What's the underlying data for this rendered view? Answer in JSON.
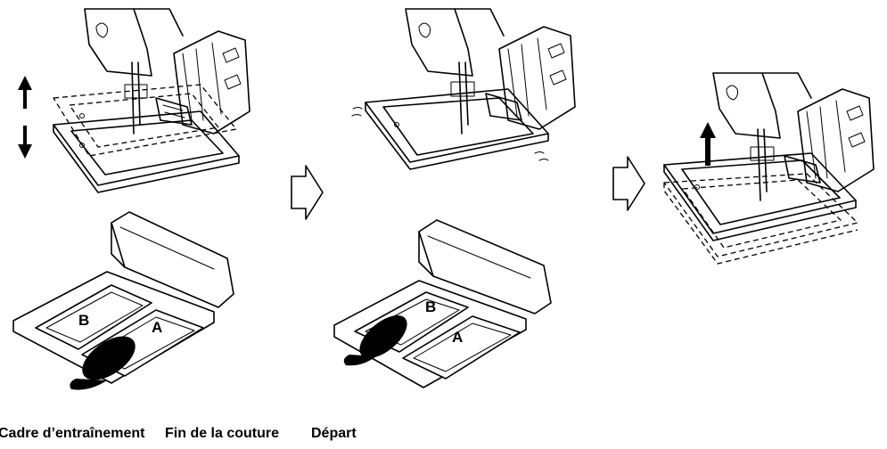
{
  "captions": [
    "Cadre d’entraînement",
    "Fin de la couture",
    "Départ"
  ],
  "pedal_labels": {
    "left": {
      "front": "A",
      "rear": "B"
    },
    "right": {
      "front": "A",
      "rear": "B"
    }
  },
  "icons": {
    "double_arrow": "up-down-arrow-icon",
    "step_arrow": "hollow-right-arrow-icon",
    "lift_arrow": "up-arrow-icon",
    "foot": "foot-icon"
  }
}
